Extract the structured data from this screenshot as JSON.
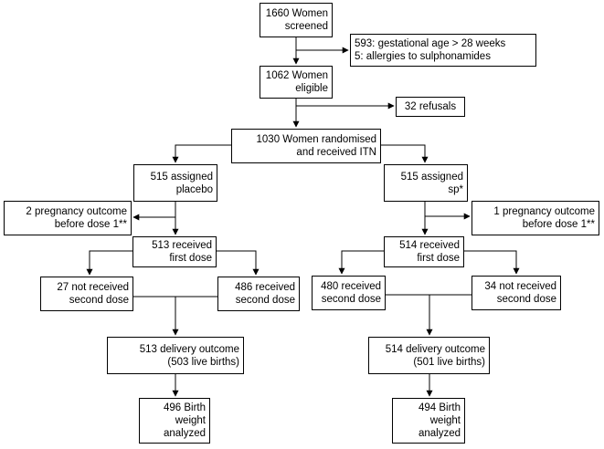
{
  "nodes": {
    "screened": {
      "lines": [
        "1660 Women",
        "screened"
      ]
    },
    "excl_gest": {
      "lines": [
        "593: gestational age > 28 weeks",
        "5: allergies to sulphonamides"
      ]
    },
    "eligible": {
      "lines": [
        "1062 Women",
        "eligible"
      ]
    },
    "refusals": {
      "lines": [
        "32 refusals"
      ]
    },
    "randomised": {
      "lines": [
        "1030 Women randomised",
        "and received ITN"
      ]
    },
    "placebo": {
      "lines": [
        "515 assigned",
        "placebo"
      ]
    },
    "sp": {
      "lines": [
        "515 assigned",
        "sp*"
      ]
    },
    "preg_out_left": {
      "lines": [
        "2 pregnancy outcome",
        "before dose 1**"
      ]
    },
    "preg_out_right": {
      "lines": [
        "1 pregnancy outcome",
        "before dose 1**"
      ]
    },
    "first_left": {
      "lines": [
        "513 received",
        "first dose"
      ]
    },
    "first_right": {
      "lines": [
        "514 received",
        "first dose"
      ]
    },
    "not_second_left": {
      "lines": [
        "27 not received",
        "second dose"
      ]
    },
    "second_left": {
      "lines": [
        "486 received",
        "second dose"
      ]
    },
    "second_right": {
      "lines": [
        "480 received",
        "second dose"
      ]
    },
    "not_second_right": {
      "lines": [
        "34 not received",
        "second dose"
      ]
    },
    "delivery_left": {
      "lines": [
        "513 delivery outcome",
        "(503 live births)"
      ]
    },
    "delivery_right": {
      "lines": [
        "514 delivery outcome",
        "(501 live births)"
      ]
    },
    "bw_left": {
      "lines": [
        "496 Birth",
        "weight",
        "analyzed"
      ]
    },
    "bw_right": {
      "lines": [
        "494 Birth",
        "weight",
        "analyzed"
      ]
    }
  }
}
